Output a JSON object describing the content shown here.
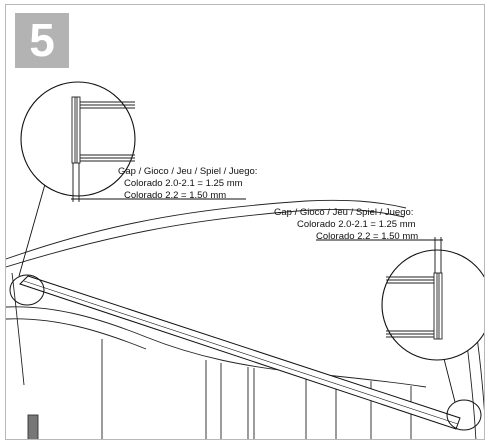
{
  "step": {
    "number": "5"
  },
  "callout_left": {
    "title": "Gap / Gioco / Jeu / Spiel / Juego:",
    "line1": "Colorado 2.0-2.1 = 1.25 mm",
    "line2": "Colorado 2.2 = 1.50 mm"
  },
  "callout_right": {
    "title": "Gap / Gioco / Jeu / Spiel / Juego:",
    "line1": "Colorado 2.0-2.1 = 1.25 mm",
    "line2": "Colorado 2.2 = 1.50 mm"
  },
  "colors": {
    "badge": "#b3b3b3",
    "line": "#222222",
    "frame": "#b8b8b8"
  }
}
